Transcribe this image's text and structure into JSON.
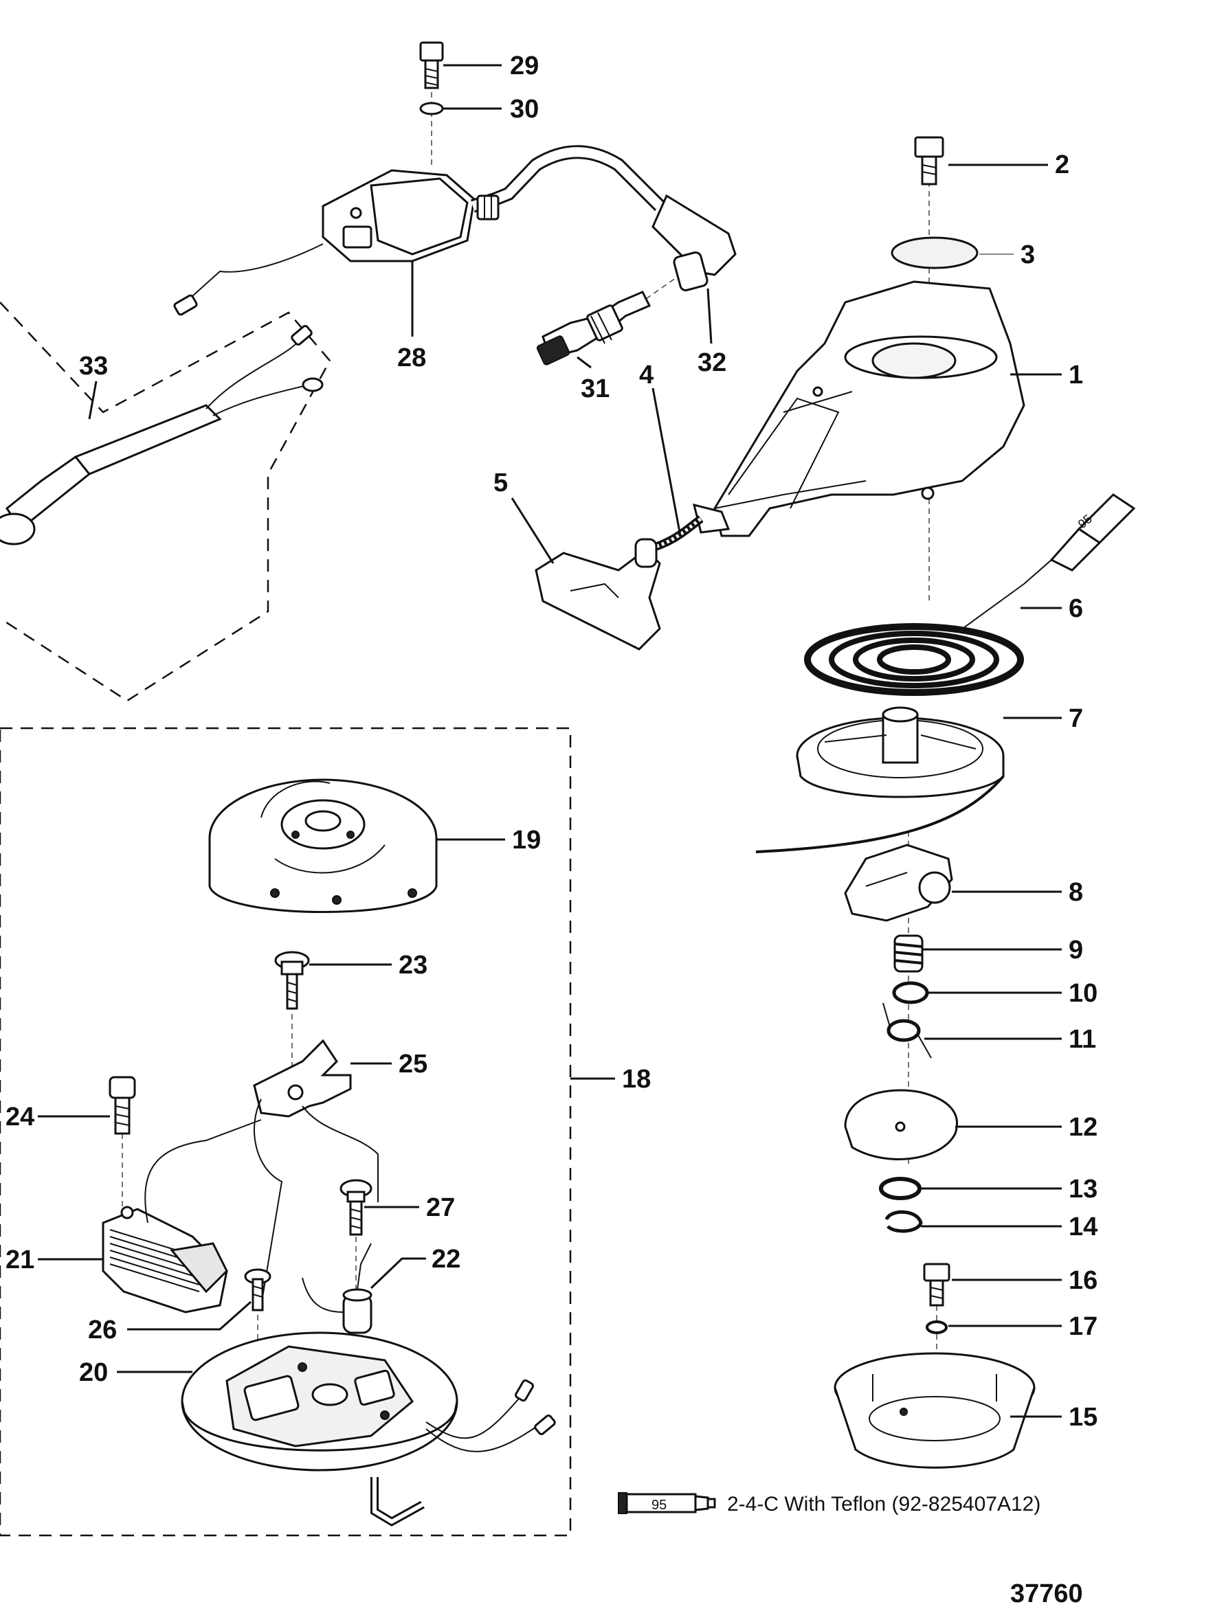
{
  "callouts": [
    "1",
    "2",
    "3",
    "4",
    "5",
    "6",
    "7",
    "8",
    "9",
    "10",
    "11",
    "12",
    "13",
    "14",
    "15",
    "16",
    "17",
    "18",
    "19",
    "20",
    "21",
    "22",
    "23",
    "24",
    "25",
    "26",
    "27",
    "28",
    "29",
    "30",
    "31",
    "32",
    "33"
  ],
  "legend": {
    "tube_label": "95",
    "text": "2-4-C  With Teflon (92-825407A12)"
  },
  "catalog_number": "37760"
}
